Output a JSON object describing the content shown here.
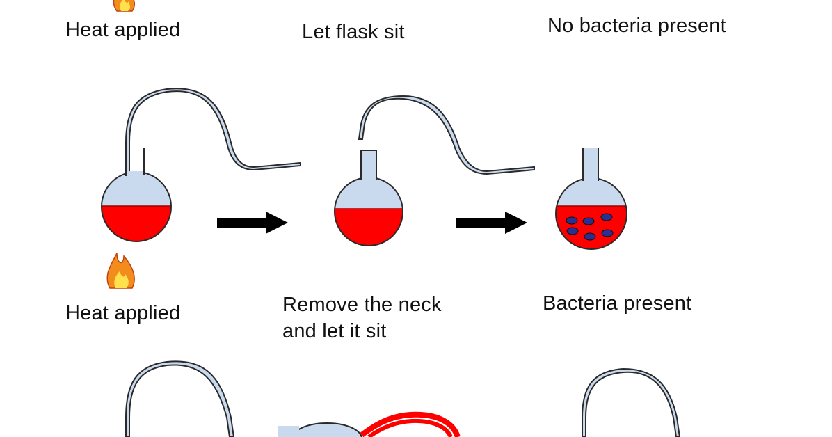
{
  "colors": {
    "broth": "#ff0000",
    "air": "#c9d9ee",
    "glass_outline": "#2a2a2a",
    "arrow": "#000000",
    "bacteria": "#2b2f8f",
    "flame_outer": "#f28c1c",
    "flame_inner": "#ffe14d"
  },
  "row1": {
    "step1_label": "Heat applied",
    "step2_label": "Let flask sit",
    "step3_label": "No bacteria present"
  },
  "row2": {
    "step1_label": "Heat applied",
    "step2_label_line1": "Remove the neck",
    "step2_label_line2": "and let it sit",
    "step3_label": "Bacteria present"
  },
  "icons": [
    "flame-icon",
    "arrow-right-icon",
    "bacteria-icon"
  ]
}
